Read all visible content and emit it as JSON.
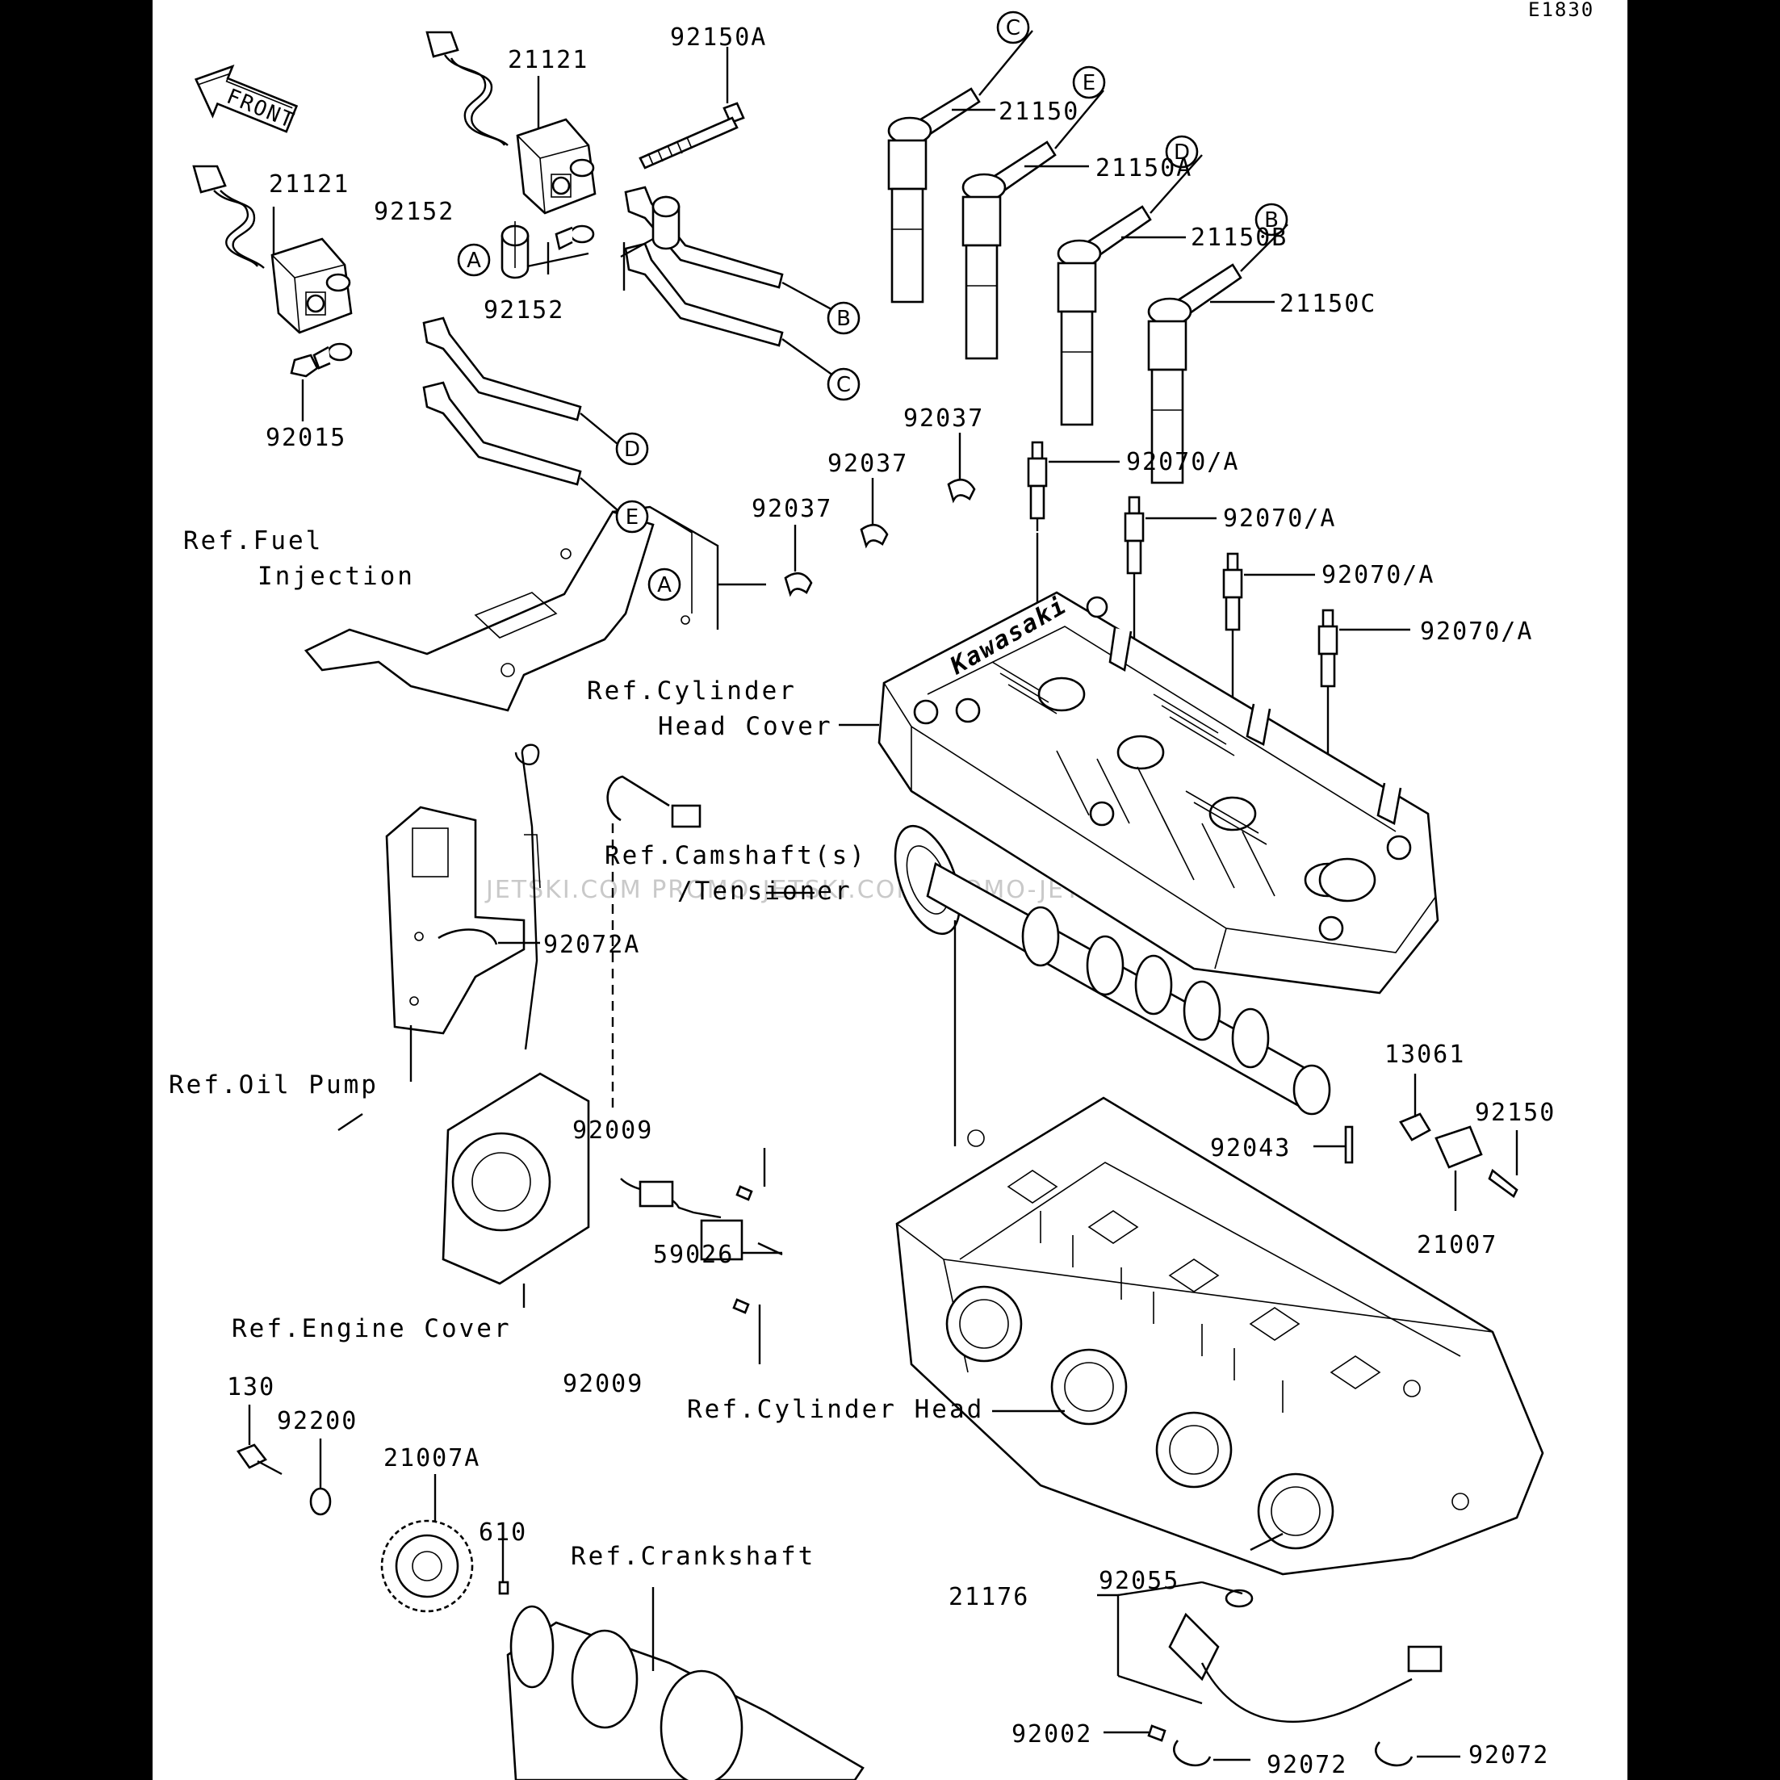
{
  "diagram": {
    "code": "E1830",
    "front_label": "FRONT",
    "watermark": "JETSKI.COM  PROMO-JETSKI.COM  PROMO-JETSKI.COM",
    "part_labels": {
      "p21121_a": "21121",
      "p21121_b": "21121",
      "p92150A": "92150A",
      "p92152_a": "92152",
      "p92152_b": "92152",
      "p92015": "92015",
      "p21150": "21150",
      "p21150A": "21150A",
      "p21150B": "21150B",
      "p21150C": "21150C",
      "p92037_a": "92037",
      "p92037_b": "92037",
      "p92037_c": "92037",
      "p92070_a": "92070/A",
      "p92070_b": "92070/A",
      "p92070_c": "92070/A",
      "p92070_d": "92070/A",
      "p92072A": "92072A",
      "p13061": "13061",
      "p92150": "92150",
      "p92043": "92043",
      "p21007": "21007",
      "p92009_a": "92009",
      "p59026": "59026",
      "p92009_b": "92009",
      "p130": "130",
      "p92200": "92200",
      "p21007A": "21007A",
      "p610": "610",
      "p21176": "21176",
      "p92055": "92055",
      "p92002": "92002",
      "p92072_a": "92072",
      "p92072_b": "92072"
    },
    "ref_labels": {
      "fuel_1": "Ref.Fuel",
      "fuel_2": "Injection",
      "head_cover_1": "Ref.Cylinder",
      "head_cover_2": "Head Cover",
      "camshaft_1": "Ref.Camshaft(s)",
      "camshaft_2": "/Tensioner",
      "oil_pump": "Ref.Oil Pump",
      "engine_cover": "Ref.Engine Cover",
      "cyl_head": "Ref.Cylinder Head",
      "crankshaft": "Ref.Crankshaft"
    },
    "callouts": {
      "A1": "A",
      "A2": "A",
      "B1": "B",
      "B2": "B",
      "C1": "C",
      "C2": "C",
      "D1": "D",
      "D2": "D",
      "E1": "E",
      "E2": "E"
    },
    "cover_brand": "Kawasaki"
  }
}
